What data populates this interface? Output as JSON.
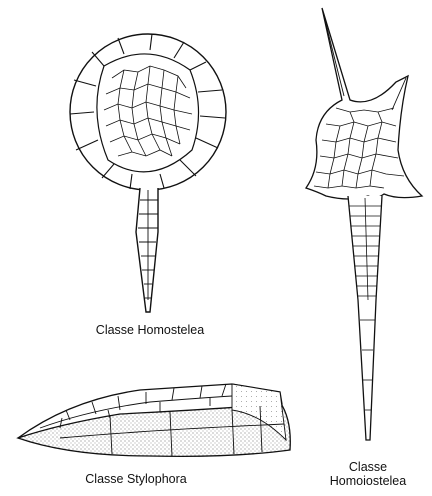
{
  "figure": {
    "partial_top_text": "",
    "captions": {
      "homostelea": "Classe Homostelea",
      "stylophora": "Classe Stylophora",
      "homoiostelea_line1": "Classe",
      "homoiostelea_line2": "Homoiostelea"
    }
  }
}
